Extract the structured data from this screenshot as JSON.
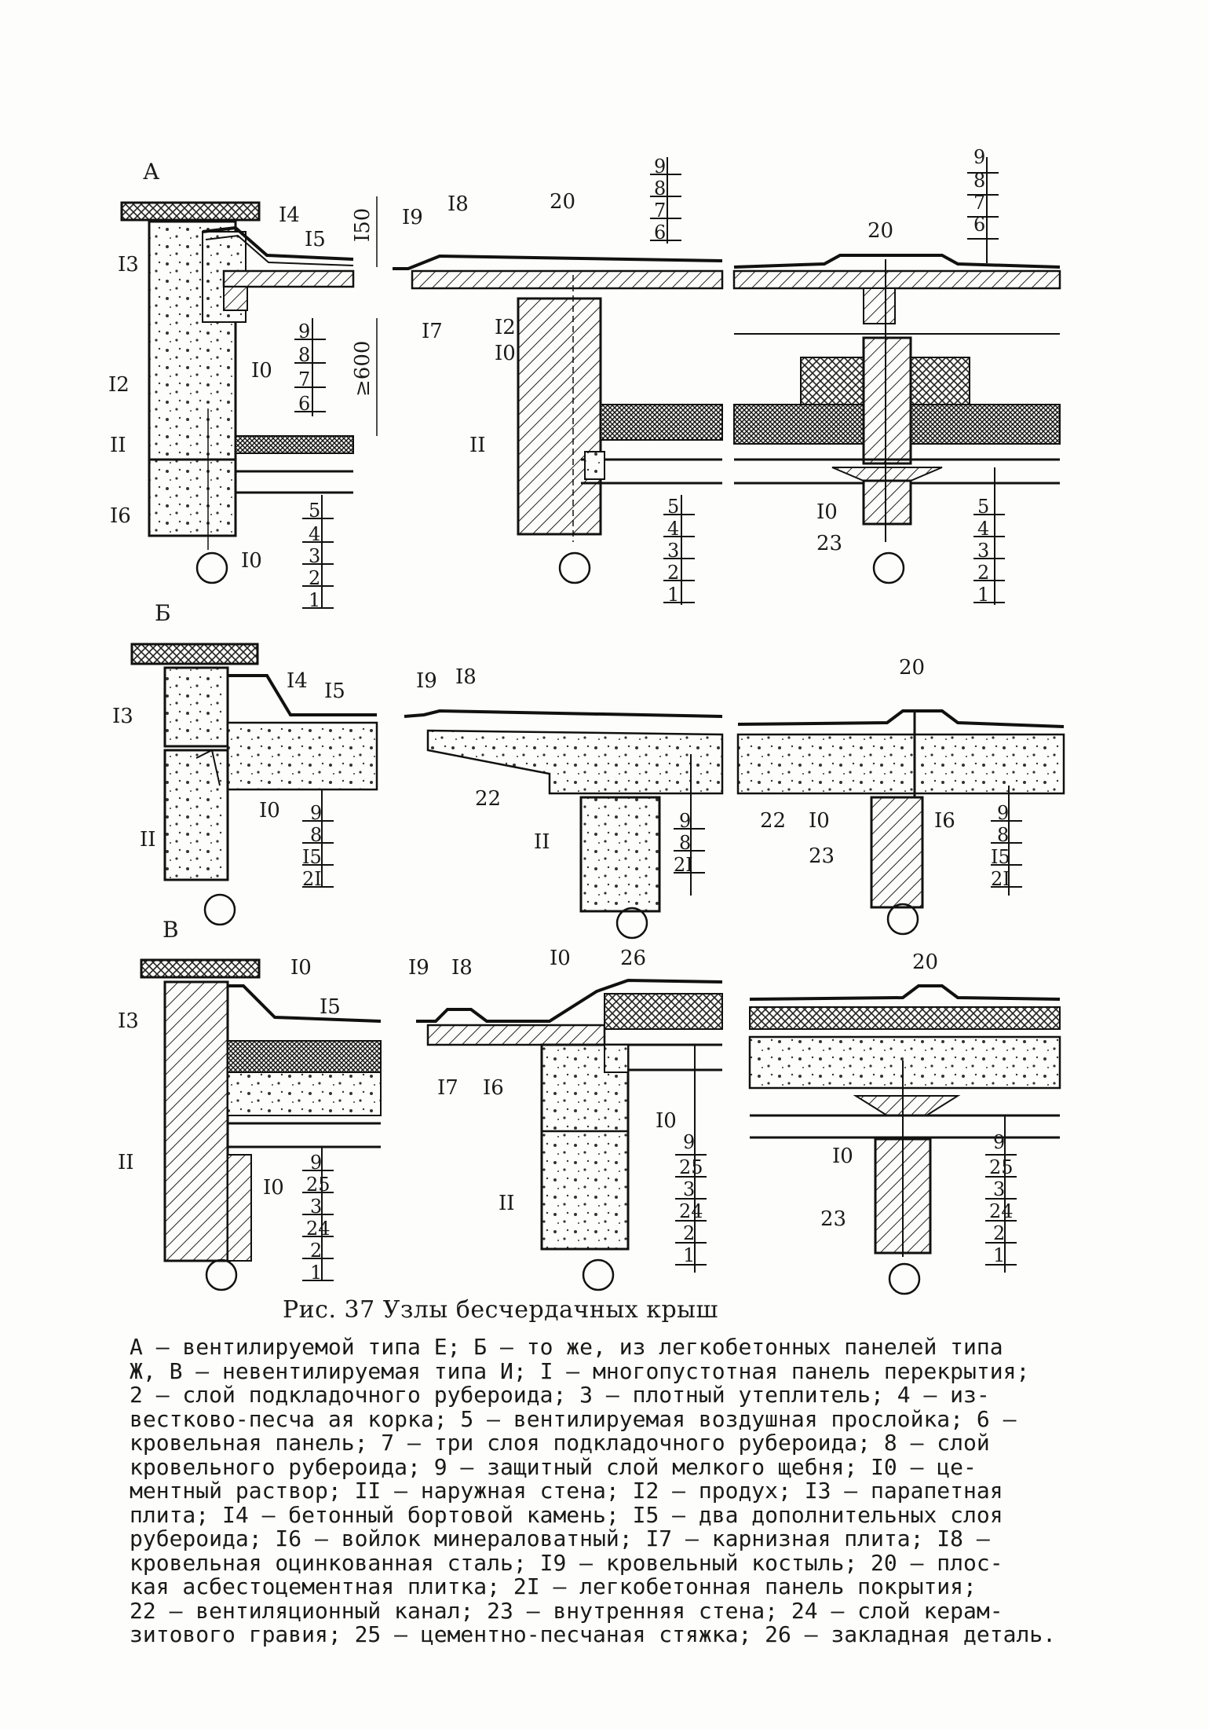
{
  "sections": {
    "a": "А",
    "b": "Б",
    "c": "В"
  },
  "labels": {
    "n9": "9",
    "n8": "8",
    "n7": "7",
    "n6": "6",
    "n5": "5",
    "n4": "4",
    "n3": "3",
    "n2": "2",
    "n1": "1",
    "n10": "I0",
    "n11": "II",
    "n12": "I2",
    "n13": "I3",
    "n14": "I4",
    "n15": "I5",
    "n16": "I6",
    "n17": "I7",
    "n18": "I8",
    "n19": "I9",
    "n20": "20",
    "n21": "2I",
    "n22": "22",
    "n23": "23",
    "n24": "24",
    "n25": "25",
    "n26": "26"
  },
  "dims": {
    "d150": "I50",
    "d600": "≥600"
  },
  "caption": "Рис. 37  Узлы бесчердачных крыш",
  "legend": [
    "А – вентилируемой типа Е; Б – то же, из легкобетонных панелей типа",
    "Ж, В – невентилируемая типа И; I – многопустотная панель перекрытия;",
    "2 – слой подкладочного рубероида; 3 – плотный утеплитель; 4 – из-",
    "вестково-песча ая корка; 5 – вентилируемая воздушная прослойка; 6 –",
    "кровельная панель; 7 – три слоя подкладочного рубероида; 8 – слой",
    "кровельного рубероида; 9 – защитный слой мелкого щебня; I0 – це-",
    "ментный раствор; II – наружная стена; I2 – продух; I3 – парапетная",
    "плита; I4 – бетонный бортовой камень; I5 – два дополнительных слоя",
    "рубероида; I6 – войлок минераловатный; I7 – карнизная плита; I8 –",
    "кровельная оцинкованная сталь; I9 – кровельный костыль; 20 – плос-",
    "кая асбестоцементная плитка; 2I – легкобетонная панель покрытия;",
    "22 – вентиляционный канал; 23 – внутренняя стена; 24 – слой керам-",
    "зитового гравия; 25 – цементно-песчаная стяжка; 26 – закладная деталь."
  ]
}
